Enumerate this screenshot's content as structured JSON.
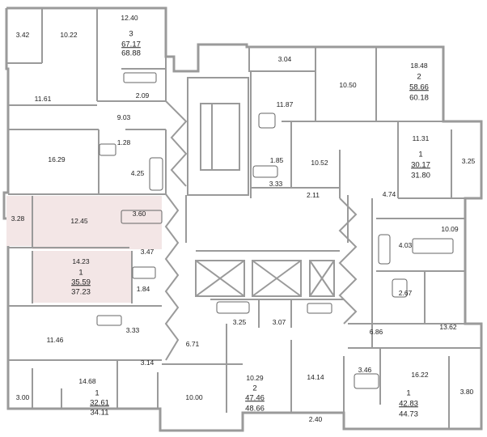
{
  "rooms": {
    "r342": "3.42",
    "r1022": "10.22",
    "r1240": "12.40",
    "apt3_rooms": "3",
    "apt3_living": "67.17",
    "apt3_total": "68.88",
    "r209": "2.09",
    "r1161": "11.61",
    "r903": "9.03",
    "r128": "1.28",
    "r1629": "16.29",
    "r425": "4.25",
    "r1245": "12.45",
    "r360": "3.60",
    "r328": "3.28",
    "r347": "3.47",
    "r1423": "14.23",
    "apt1a_rooms": "1",
    "apt1a_living": "35.59",
    "apt1a_total": "37.23",
    "r184": "1.84",
    "r1146": "11.46",
    "r333a": "3.33",
    "r314": "3.14",
    "r1468": "14.68",
    "r300": "3.00",
    "apt1b_rooms": "1",
    "apt1b_living": "32.61",
    "apt1b_total": "34.11",
    "r1000": "10.00",
    "r1029": "10.29",
    "apt2a_rooms": "2",
    "apt2a_living": "47.46",
    "apt2a_total": "48.66",
    "r1414": "14.14",
    "r240": "2.40",
    "r671": "6.71",
    "r325": "3.25",
    "r307": "3.07",
    "r304": "3.04",
    "r1187": "11.87",
    "r185": "1.85",
    "r1052": "10.52",
    "r333b": "3.33",
    "r211": "2.11",
    "r1050": "10.50",
    "r1848": "18.48",
    "apt2b_rooms": "2",
    "apt2b_living": "58.66",
    "apt2b_total": "60.18",
    "r1131": "11.31",
    "apt1c_rooms": "1",
    "apt1c_living": "30.17",
    "apt1c_total": "31.80",
    "r325b": "3.25",
    "r474": "4.74",
    "r1009": "10.09",
    "r403": "4.03",
    "r267": "2.67",
    "r686": "6.86",
    "r1362": "13.62",
    "r346": "3.46",
    "r1622": "16.22",
    "apt1d_rooms": "1",
    "apt1d_living": "42.83",
    "apt1d_total": "44.73",
    "r380": "3.80"
  },
  "colors": {
    "wall": "#9a9a9a",
    "highlight": "#f3e6e6",
    "fixture": "#666666"
  }
}
